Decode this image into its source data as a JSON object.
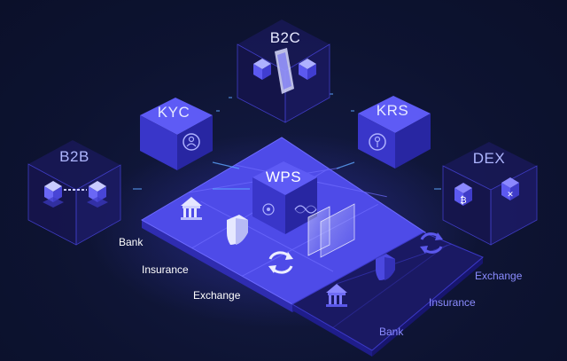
{
  "colors": {
    "background": "#0d1331",
    "accent": "#5b57f0",
    "accent_light": "#7d7bff",
    "accent_dark": "#2b2a9c",
    "label_blue": "#8b8cff"
  },
  "nodes": {
    "b2c": {
      "label": "B2C",
      "icons": [
        "cube-icon",
        "smartphone-icon",
        "cube-icon"
      ]
    },
    "kyc": {
      "label": "KYC",
      "icon": "user-check-icon"
    },
    "krs": {
      "label": "KRS",
      "icon": "fingerprint-key-icon"
    },
    "b2b": {
      "label": "B2B",
      "icons": [
        "cube-stack-icon",
        "cube-stack-icon"
      ]
    },
    "dex": {
      "label": "DEX",
      "icons": [
        "bitcoin-icon",
        "ripple-icon"
      ]
    },
    "wps": {
      "label": "WPS",
      "icons": [
        "wallet-coin-icon",
        "dna-icon"
      ]
    }
  },
  "platform": {
    "labels": [
      {
        "text": "Bank",
        "icon": "bank-icon"
      },
      {
        "text": "Insurance",
        "icon": "shield-icon"
      },
      {
        "text": "Exchange",
        "icon": "exchange-arrows-icon"
      }
    ]
  },
  "right_platform": {
    "labels": [
      {
        "text": "Exchange",
        "icon": "exchange-arrows-icon"
      },
      {
        "text": "Insurance",
        "icon": "shield-icon"
      },
      {
        "text": "Bank",
        "icon": "bank-icon"
      }
    ]
  }
}
